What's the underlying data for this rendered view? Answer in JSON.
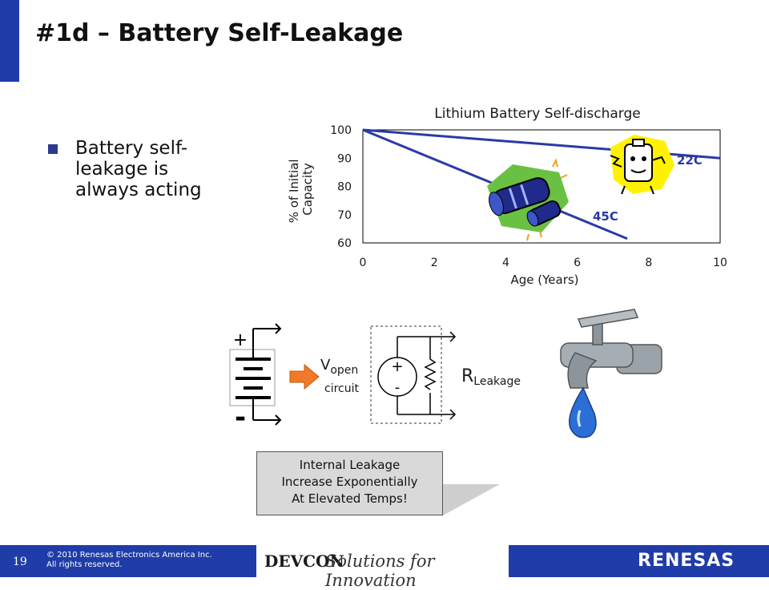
{
  "slide": {
    "title": "#1d – Battery Self-Leakage",
    "bullet": "Battery self-leakage is always acting"
  },
  "chart_data": {
    "type": "line",
    "title": "Lithium Battery Self-discharge",
    "xlabel": "Age (Years)",
    "ylabel": "% of Initial Capacity",
    "xlim": [
      0,
      10
    ],
    "ylim": [
      60,
      100
    ],
    "xticks": [
      "0",
      "2",
      "4",
      "6",
      "8",
      "10"
    ],
    "yticks": [
      "100",
      "90",
      "80",
      "70",
      "60"
    ],
    "grid": false,
    "series": [
      {
        "name": "22C",
        "x": [
          0,
          10
        ],
        "y": [
          100,
          90
        ],
        "color": "#2b3aa6"
      },
      {
        "name": "45C",
        "x": [
          0,
          7.4
        ],
        "y": [
          100,
          61.5
        ],
        "color": "#2b3aa6"
      }
    ]
  },
  "circuit": {
    "plus_label": "+",
    "minus_label": "-",
    "v_label": "V",
    "v_sub": "open",
    "v_sub2": "circuit",
    "src_plus": "+",
    "src_minus": "-",
    "r_label": "R",
    "r_sub": "Leakage"
  },
  "callout": {
    "lines": [
      "Internal Leakage",
      "Increase Exponentially",
      "At Elevated Temps!"
    ]
  },
  "footer": {
    "page_number": "19",
    "copyright_line1": "© 2010 Renesas Electronics America Inc.",
    "copyright_line2": "All rights reserved.",
    "devcon": "DEVCON",
    "tagline": "Solutions for Innovation",
    "brand": "RENESAS"
  },
  "colors": {
    "accent": "#1f3ca8",
    "line": "#2b3aa6",
    "arrow": "#f07a28"
  }
}
